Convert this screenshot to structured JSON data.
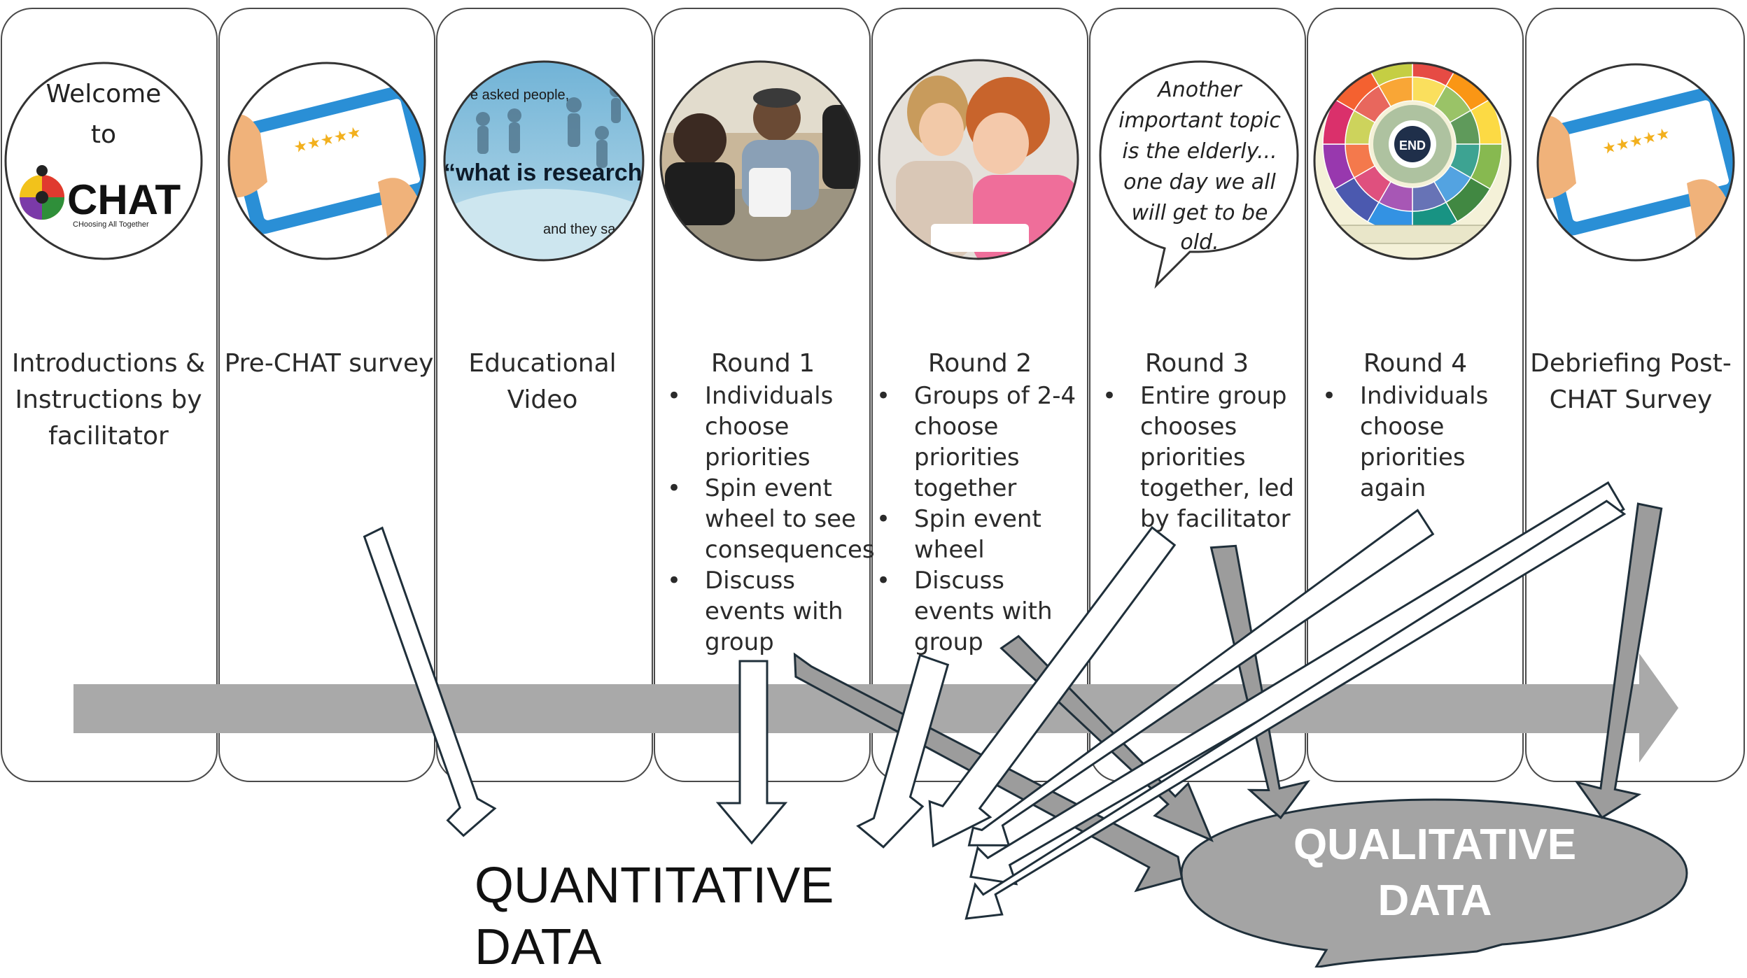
{
  "panels": [
    {
      "title": "Introductions & Instructions by facilitator",
      "bullets": []
    },
    {
      "title": "Pre-CHAT survey",
      "bullets": []
    },
    {
      "title": "Educational Video",
      "bullets": []
    },
    {
      "title": "Round 1",
      "bullets": [
        "Individuals choose priorities",
        "Spin event wheel to see consequences",
        "Discuss events with group"
      ]
    },
    {
      "title": "Round 2",
      "bullets": [
        "Groups of 2-4 choose priorities together",
        "Spin event wheel",
        "Discuss events with group"
      ]
    },
    {
      "title": "Round 3",
      "bullets": [
        "Entire group chooses priorities together, led by facilitator"
      ]
    },
    {
      "title": "Round 4",
      "bullets": [
        "Individuals choose priorities again"
      ]
    },
    {
      "title": "Debriefing Post-CHAT Survey",
      "bullets": []
    }
  ],
  "welcome": {
    "line1": "Welcome",
    "line2": "to",
    "logo": "CHAT",
    "logo_subtitle": "CHoosing All Together"
  },
  "video": {
    "line1": "e asked people,",
    "line2": "“what is research?”",
    "line3": "and they sa"
  },
  "speech_bubble": {
    "lines": [
      "Another",
      "important topic",
      "is the elderly...",
      "one day we all",
      "will get to be",
      "old."
    ]
  },
  "wheel": {
    "center_label": "END"
  },
  "outputs": {
    "quantitative": "QUANTITATIVE DATA",
    "qualitative": "QUALITATIVE DATA"
  },
  "colors": {
    "timeline": "#a9a9a9",
    "panel_border": "#4a4a4a",
    "arrow_outline": "#1f2f3a",
    "gray_arrow": "#9c9c9c",
    "bubble_fill": "#a4a4a4",
    "tablet": "#2a8fd6",
    "rating_stars": "#f2b01e"
  }
}
